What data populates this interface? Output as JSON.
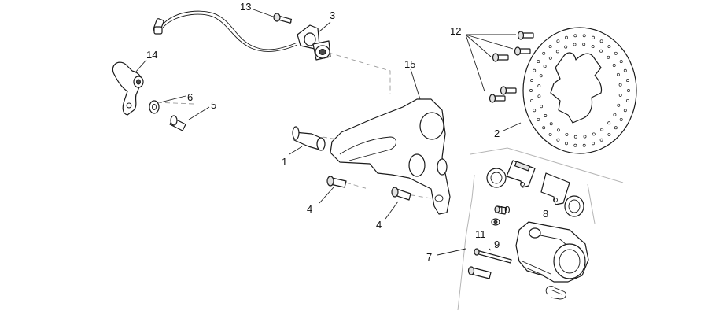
{
  "callouts": [
    {
      "key": "c13",
      "text": "13"
    },
    {
      "key": "c3",
      "text": "3"
    },
    {
      "key": "c12",
      "text": "12"
    },
    {
      "key": "c14",
      "text": "14"
    },
    {
      "key": "c15",
      "text": "15"
    },
    {
      "key": "c6",
      "text": "6"
    },
    {
      "key": "c5",
      "text": "5"
    },
    {
      "key": "c2",
      "text": "2"
    },
    {
      "key": "c1",
      "text": "1"
    },
    {
      "key": "c10",
      "text": "10"
    },
    {
      "key": "c8",
      "text": "8"
    },
    {
      "key": "c4a",
      "text": "4"
    },
    {
      "key": "c4b",
      "text": "4"
    },
    {
      "key": "c11",
      "text": "11"
    },
    {
      "key": "c9",
      "text": "9"
    },
    {
      "key": "c7",
      "text": "7"
    }
  ]
}
